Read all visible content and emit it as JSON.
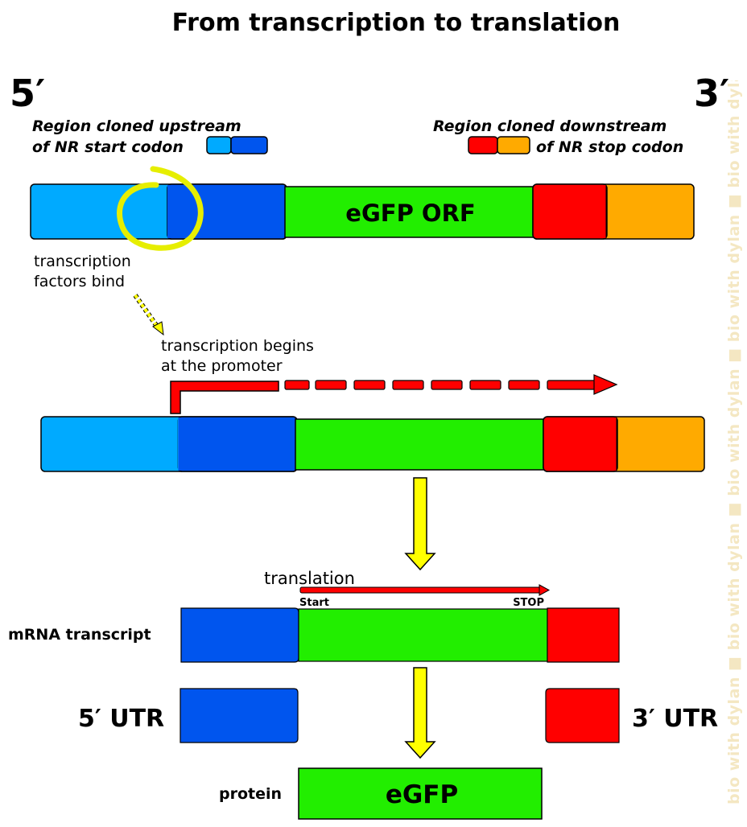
{
  "title": "From transcription to translation",
  "end_labels": {
    "five_prime": "5′",
    "three_prime": "3′"
  },
  "upstream_caption": {
    "line1": "Region cloned upstream",
    "line2": "of NR start codon"
  },
  "downstream_caption": {
    "line1": "Region cloned downstream",
    "line2": "of NR stop codon"
  },
  "construct": {
    "orf_label": "eGFP ORF"
  },
  "annotations": {
    "tf_line1": "transcription",
    "tf_line2": "factors bind",
    "tx_line1": "transcription begins",
    "tx_line2": "at the promoter",
    "translation": "translation",
    "start": "Start",
    "stop": "STOP"
  },
  "mrna_label": "mRNA transcript",
  "utr": {
    "five": "5′ UTR",
    "three": "3′ UTR"
  },
  "protein": {
    "label": "protein",
    "name": "eGFP"
  },
  "watermark": "bio with dylan ■ bio with dylan ■ bio with dylan ■ bio with dylan ■ bio with dylan",
  "colors": {
    "light_blue": "#00aaff",
    "blue": "#0055ee",
    "green": "#22ee00",
    "red": "#ff0000",
    "orange": "#ffaa00",
    "yellow": "#ffff00",
    "highlight": "#e6ee00"
  }
}
